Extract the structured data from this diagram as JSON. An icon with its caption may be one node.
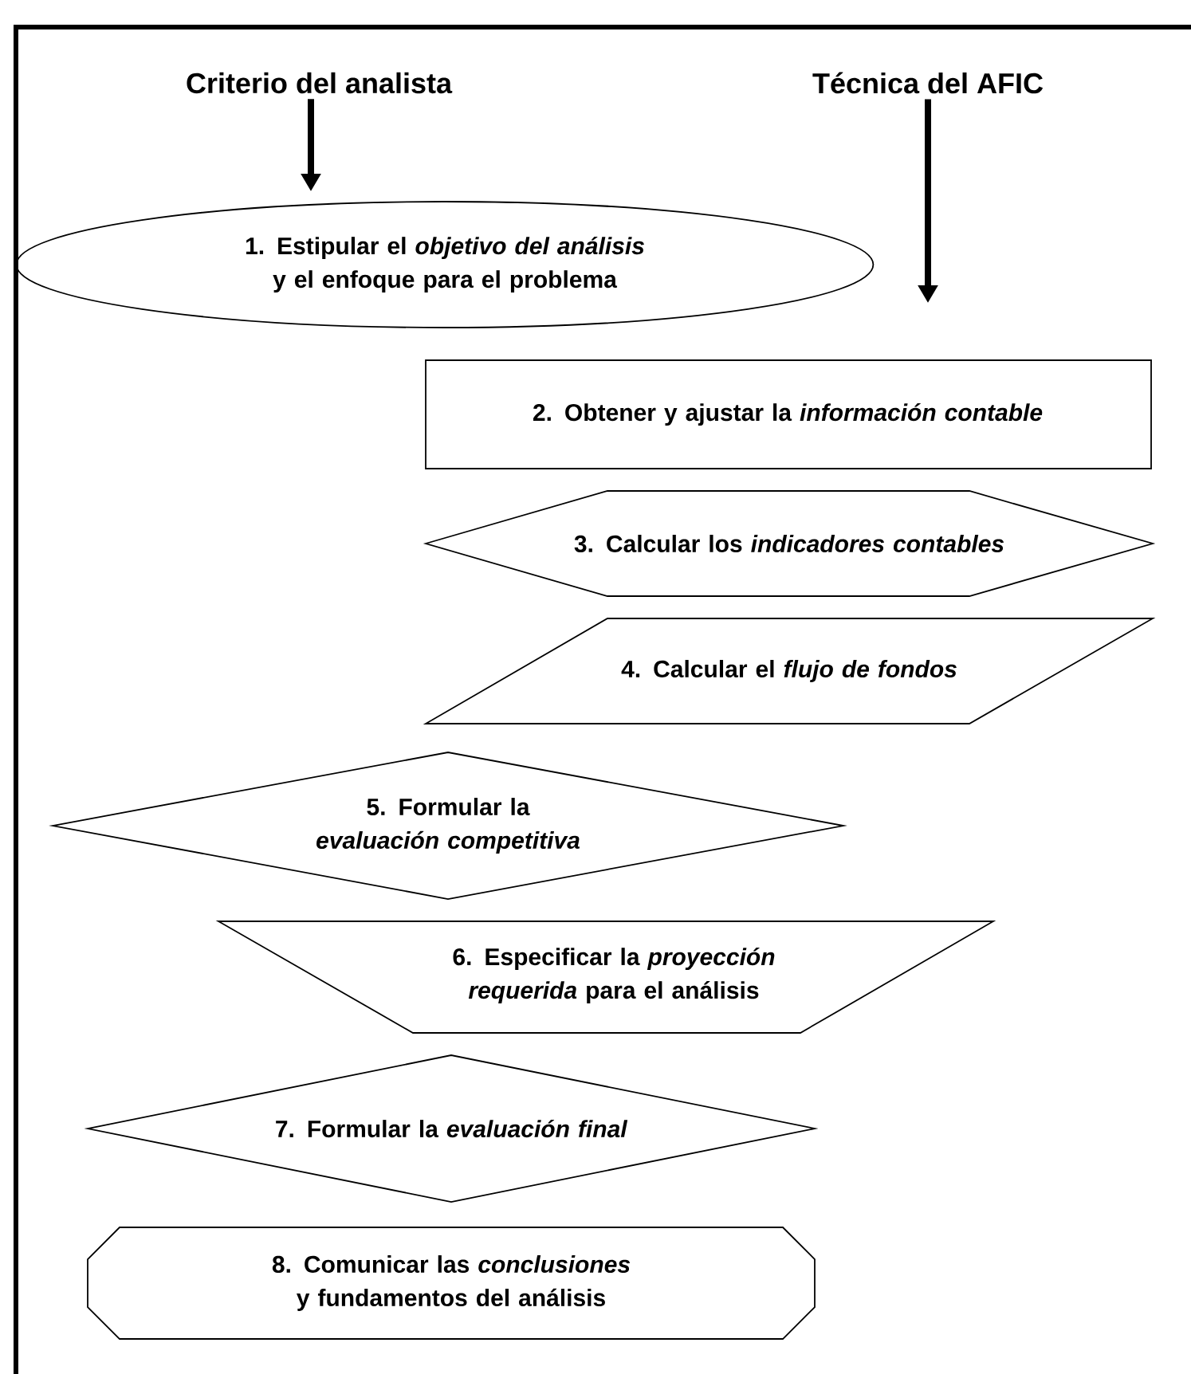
{
  "diagram": {
    "nodes": [
      {
        "text": [
          "Criterio del analista"
        ]
      },
      {
        "text": [
          "Técnica del AFIC"
        ]
      },
      {
        "text": [
          "1. Estipular el *objetivo del análisis* y el enfoque para el problema"
        ]
      },
      {
        "text": [
          "2.  Obtener y ajustar la *información contable*"
        ]
      },
      {
        "text": [
          "3.  Calcular los *indicadores contables*"
        ]
      },
      {
        "text": [
          "4.  Calcular el *flujo de fondos*"
        ]
      },
      {
        "text": [
          "5.  Formular la *evaluación competitiva*"
        ]
      },
      {
        "text": [
          "6.  Especificar la *proyección requerida* para el análisis"
        ]
      },
      {
        "text": [
          "7.  Formular la *evaluación final*"
        ]
      },
      {
        "text": [
          "8.  Comunicar las *conclusiones* y fundamentos del análisis"
        ]
      }
    ],
    "edges": [
      {
        "from": 0,
        "to": 2,
        "arrow": "to"
      },
      {
        "from": 1,
        "to": null,
        "arrow": "to"
      }
    ]
  }
}
